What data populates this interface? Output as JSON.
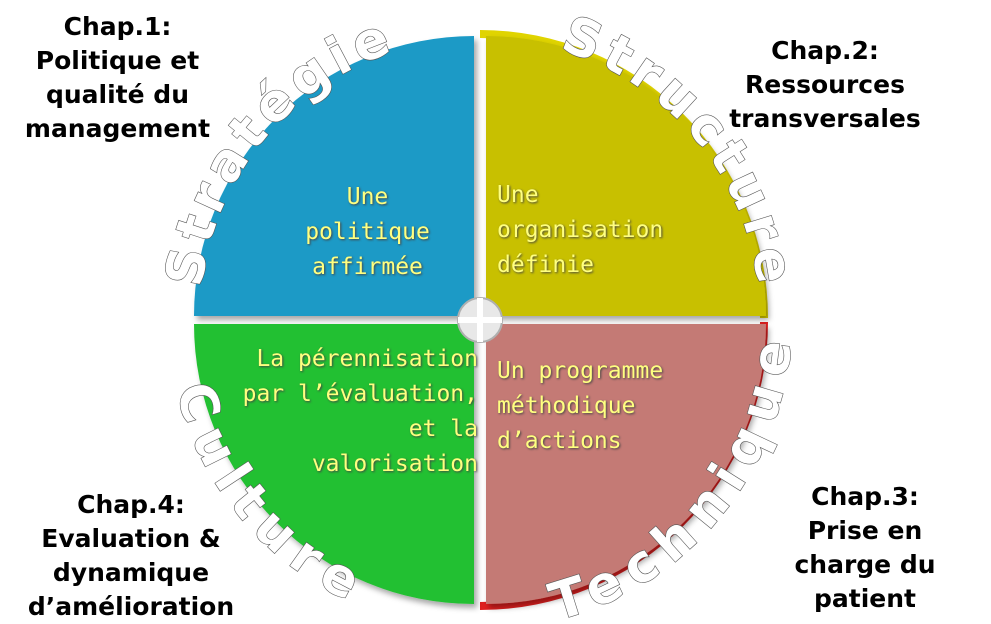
{
  "chapters": {
    "tl": {
      "lines": [
        "Chap.1:",
        "Politique et",
        "qualité du",
        "management"
      ]
    },
    "tr": {
      "lines": [
        "Chap.2:",
        "Ressources",
        "transversales"
      ]
    },
    "br": {
      "lines": [
        "Chap.3:",
        "Prise en",
        "charge du",
        "patient"
      ]
    },
    "bl": {
      "lines": [
        "Chap.4:",
        "Evaluation &",
        "dynamique",
        "d’amélioration"
      ]
    }
  },
  "quadrants": {
    "tl": {
      "title": "Stratégie",
      "color": "#1a9ac6",
      "desc": [
        "Une",
        "politique",
        "affirmée"
      ]
    },
    "tr": {
      "title": "Structure",
      "color": "#c8c000",
      "desc": [
        "Une",
        "organisation",
        "définie"
      ]
    },
    "br": {
      "title": "Technique",
      "color": "#c47a74",
      "desc": [
        "Un programme",
        "méthodique",
        "d’actions"
      ]
    },
    "bl": {
      "title": "Culture",
      "color": "#22c030",
      "desc": [
        "La pérennisation",
        "par l’évaluation,",
        "et la",
        "valorisation"
      ]
    }
  }
}
